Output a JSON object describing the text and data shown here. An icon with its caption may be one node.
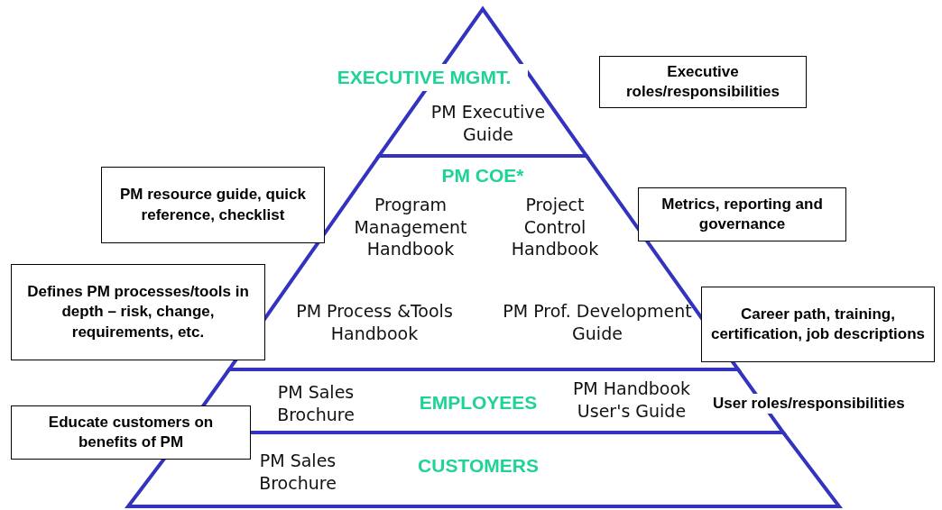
{
  "diagram": {
    "nodes": [
      {
        "text": [
          "EXECUTIVE MGMT.",
          "PM Executive Guide"
        ]
      },
      {
        "text": [
          "PM COE*",
          "Program Management Handbook",
          "Project Control Handbook",
          "PM Process &Tools Handbook",
          "PM Prof. Development Guide"
        ]
      },
      {
        "text": [
          "PM Sales Brochure",
          "EMPLOYEES",
          "PM Handbook User's Guide"
        ]
      },
      {
        "text": [
          "PM Sales Brochure",
          "CUSTOMERS"
        ]
      },
      {
        "text": [
          "Executive roles/responsibilities"
        ]
      },
      {
        "text": [
          "PM resource guide, quick reference, checklist"
        ]
      },
      {
        "text": [
          "Metrics, reporting and governance"
        ]
      },
      {
        "text": [
          "Defines PM processes/tools in depth – risk, change, requirements, etc."
        ]
      },
      {
        "text": [
          "Career path, training, certification, job descriptions"
        ]
      },
      {
        "text": [
          "Educate customers on benefits of PM"
        ]
      }
    ],
    "edges": [],
    "labels": [
      "User roles/responsibilities"
    ]
  }
}
